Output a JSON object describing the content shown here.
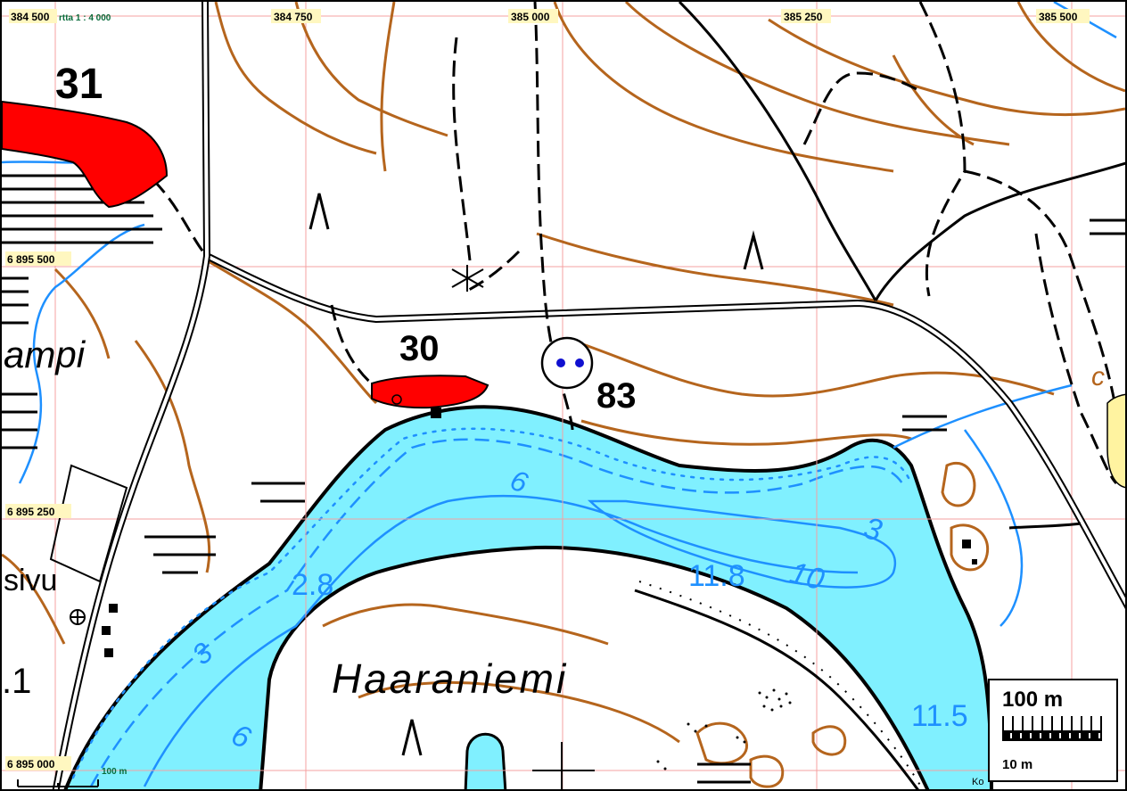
{
  "map": {
    "scale_label": "rtta 1 : 4 000",
    "easting_labels": [
      "384 500",
      "384 750",
      "385 000",
      "385 250",
      "385 500"
    ],
    "northing_labels": [
      "6 895 500",
      "6 895 250",
      "6 895 000"
    ],
    "bottom_scale_text": "100 m",
    "attribution_fragment": "Ko",
    "place_names": {
      "haaraniemi": "Haaraniemi",
      "lampi_fragment": "ampi",
      "sivu_fragment": "sivu",
      "left_num_fragment": ".1"
    },
    "contour_numbers": {
      "n31": "31",
      "n30": "30",
      "n83": "83"
    },
    "depth_labels": {
      "d6a": "6",
      "d3a": "3",
      "d2_8": "2.8",
      "d11_8": "11.8",
      "d10": "10",
      "d3b": "3",
      "d6b": "6",
      "d11_5": "11.5"
    },
    "cliff_letter": "c",
    "colors": {
      "water": "#80f0ff",
      "contour": "#b5651d",
      "building": "#ff0000",
      "grid": "#f4a0a0",
      "stream": "#1e90ff",
      "field": "#fff3a0"
    }
  },
  "scale_box": {
    "major": "100 m",
    "minor": "10 m"
  }
}
